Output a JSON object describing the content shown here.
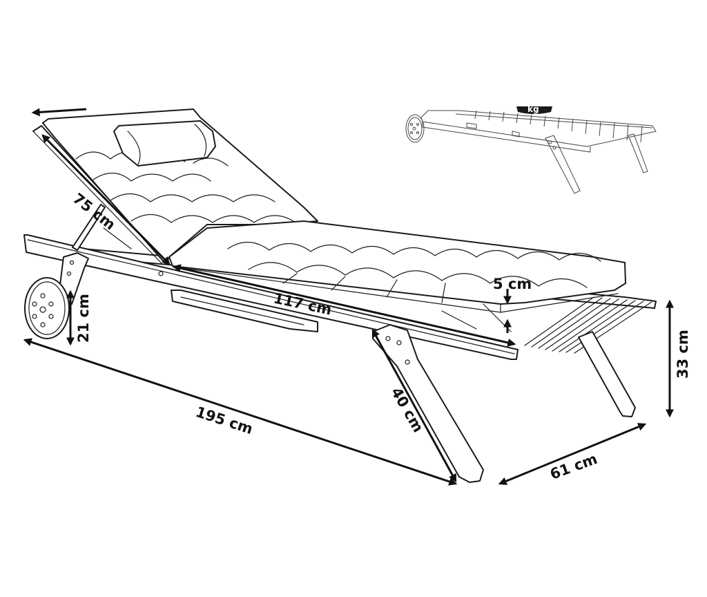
{
  "dimensions": {
    "backrest": "75 cm",
    "wheel_height": "21 cm",
    "length": "195 cm",
    "cushion_length": "117 cm",
    "cushion_thickness": "5 cm",
    "leg_length": "40 cm",
    "height": "33 cm",
    "width": "61 cm"
  },
  "inset": {
    "weight_label": "kg"
  }
}
